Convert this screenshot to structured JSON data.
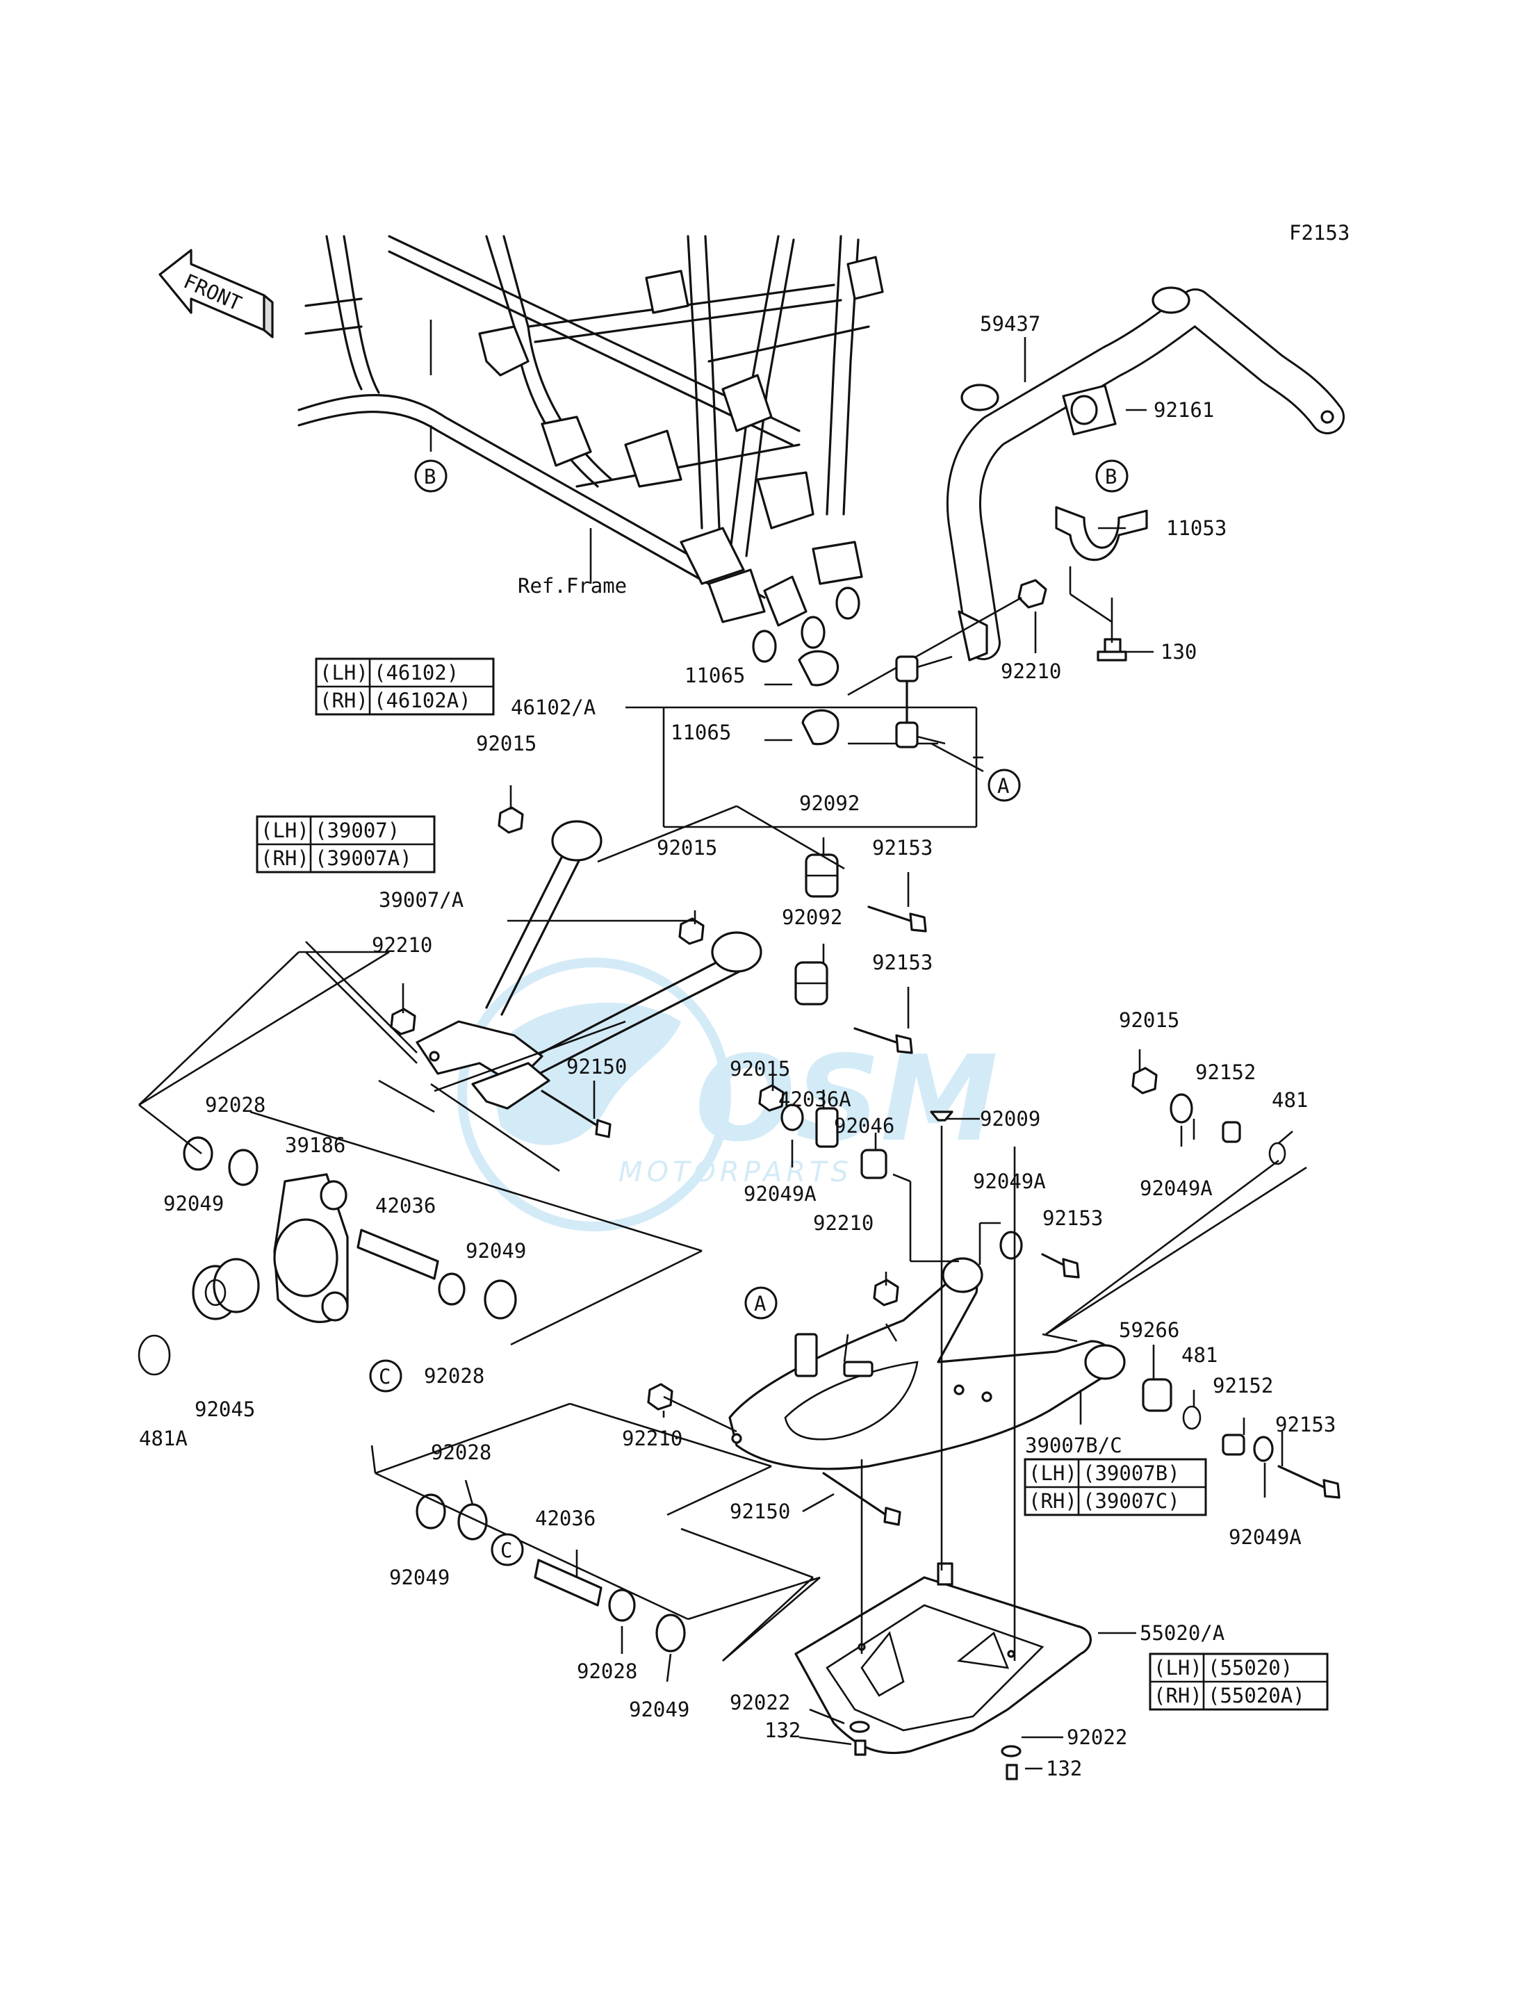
{
  "diagram": {
    "figure_code": "F2153",
    "front_label": "FRONT",
    "ref_frame_label": "Ref.Frame",
    "watermark": {
      "brand": "OSM",
      "sub": "MOTORPARTS"
    },
    "colors": {
      "line": "#111111",
      "watermark": "#9fd3ee"
    },
    "callouts": {
      "a": "A",
      "b": "B",
      "c": "C"
    },
    "boxes": {
      "b46102": {
        "lh": "(LH)",
        "lh_part": "(46102)",
        "rh": "(RH)",
        "rh_part": "(46102A)"
      },
      "b39007": {
        "lh": "(LH)",
        "lh_part": "(39007)",
        "rh": "(RH)",
        "rh_part": "(39007A)"
      },
      "b39007bc": {
        "lh": "(LH)",
        "lh_part": "(39007B)",
        "rh": "(RH)",
        "rh_part": "(39007C)"
      },
      "b55020": {
        "lh": "(LH)",
        "lh_part": "(55020)",
        "rh": "(RH)",
        "rh_part": "(55020A)"
      }
    },
    "parts": {
      "p59437": "59437",
      "p92161": "92161",
      "p11053": "11053",
      "p130": "130",
      "p92210_stab": "92210",
      "p11065_a": "11065",
      "p11065_b": "11065",
      "p46102a": "46102/A",
      "p92015_upper": "92015",
      "p92092_upper": "92092",
      "p92153_upper": "92153",
      "p92015_mid": "92015",
      "p92092_mid": "92092",
      "p92153_mid": "92153",
      "p39007a": "39007/A",
      "p92210_upper_arm": "92210",
      "p92015_right": "92015",
      "p42036a": "42036A",
      "p92046": "92046",
      "p92150_upper": "92150",
      "p92009": "92009",
      "p92015_far": "92015",
      "p92152_far": "92152",
      "p481_far": "481",
      "p92049a_far": "92049A",
      "p92049a_mid": "92049A",
      "p92049a_lower": "92049A",
      "p92028_top": "92028",
      "p39186": "39186",
      "p42036_knuckle": "42036",
      "p92049_right": "92049",
      "p92210_mid": "92210",
      "p92153_lowerarm": "92153",
      "p92049_left": "92049",
      "p92028_knuckle": "92028",
      "p92045": "92045",
      "p481a": "481A",
      "p59266": "59266",
      "p481_lower": "481",
      "p92152_lower": "92152",
      "p92153_lower": "92153",
      "p92049a_bottom": "92049A",
      "p39007bc": "39007B/C",
      "p92210_lower": "92210",
      "p92150_lower": "92150",
      "p92028_bottom_a": "92028",
      "p42036_bottom": "42036",
      "p92049_bottom_a": "92049",
      "p92028_bottom_b": "92028",
      "p92049_bottom_b": "92049",
      "p55020a": "55020/A",
      "p92022_left": "92022",
      "p132_left": "132",
      "p92022_right": "92022",
      "p132_right": "132"
    }
  }
}
